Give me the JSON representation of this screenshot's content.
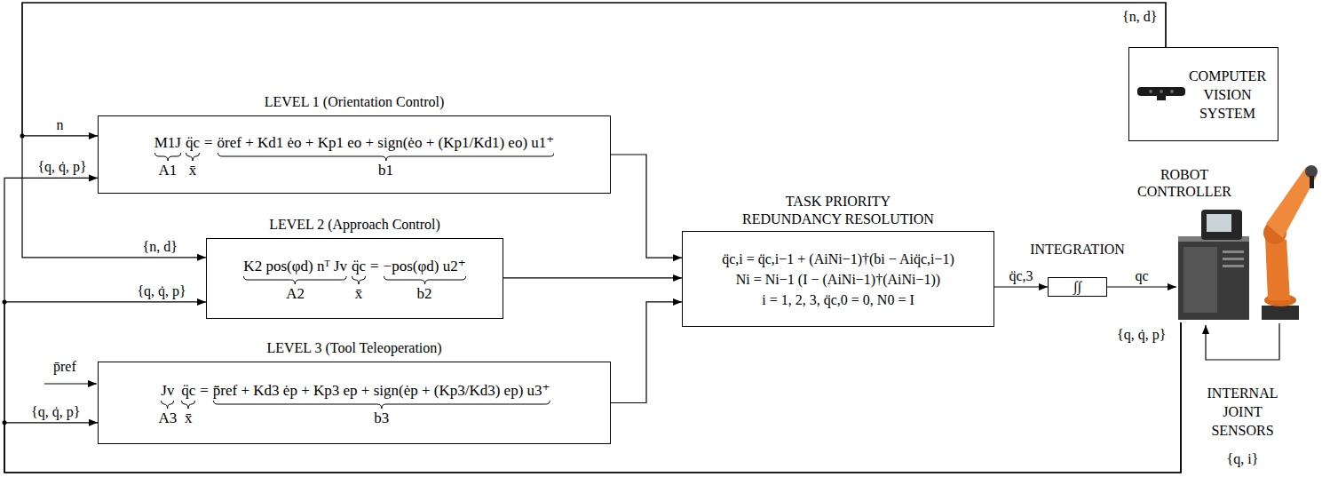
{
  "diagram": {
    "nodes": [
      {
        "text": [
          "LEVEL 1 (Orientation Control)",
          "M1J",
          "q̈c",
          "=",
          "öref + Kd1 ėo + Kp1 eo + sign(ėo + (Kp1/Kd1) eo) u1⁺",
          "A1",
          "x̄",
          "b1"
        ]
      },
      {
        "text": [
          "LEVEL 2 (Approach Control)",
          "K2 pos(φd) nᵀ Jv",
          "q̈c",
          "=",
          "−pos(φd) u2⁺",
          "A2",
          "x̄",
          "b2"
        ]
      },
      {
        "text": [
          "LEVEL 3 (Tool Teleoperation)",
          "Jv",
          "q̈c",
          "=",
          "p̄̈ref + Kd3 ėp + Kp3 ep + sign(ėp + (Kp3/Kd3) ep) u3⁺",
          "A3",
          "x̄",
          "b3"
        ]
      },
      {
        "text": [
          "TASK PRIORITY REDUNDANCY RESOLUTION",
          "q̈c,i = q̈c,i−1 + (AiNi−1)†(bi − Aiq̈c,i−1)",
          "Ni = Ni−1 (I − (AiNi−1)†(AiNi−1))",
          "i = 1, 2, 3, q̈c,0 = 0, N0 = I"
        ]
      },
      {
        "text": [
          "INTEGRATION",
          "∫∫"
        ]
      },
      {
        "text": [
          "COMPUTER VISION SYSTEM"
        ]
      },
      {
        "text": [
          "ROBOT CONTROLLER"
        ]
      }
    ],
    "edges": [
      {
        "from": 5,
        "to": 0,
        "arrow": "to",
        "label": "n"
      },
      {
        "from": 5,
        "to": 1,
        "arrow": "to",
        "label": "{n, d}"
      },
      {
        "from": 6,
        "to": 0,
        "arrow": "to",
        "label": "{q, q̇, p}"
      },
      {
        "from": 6,
        "to": 1,
        "arrow": "to",
        "label": "{q, q̇, p}"
      },
      {
        "from": 6,
        "to": 2,
        "arrow": "to",
        "label": "{q, q̇, p}"
      },
      {
        "from": 0,
        "to": 3,
        "arrow": "to"
      },
      {
        "from": 1,
        "to": 3,
        "arrow": "to"
      },
      {
        "from": 2,
        "to": 3,
        "arrow": "to"
      },
      {
        "from": 3,
        "to": 4,
        "arrow": "to",
        "label": "q̈c,3"
      },
      {
        "from": 4,
        "to": 6,
        "arrow": "to",
        "label": "qc"
      }
    ],
    "labels": [
      "{n, d}",
      "{q, q̇, p}",
      "p̄ref",
      "INTERNAL JOINT SENSORS",
      "{q, i}"
    ]
  }
}
